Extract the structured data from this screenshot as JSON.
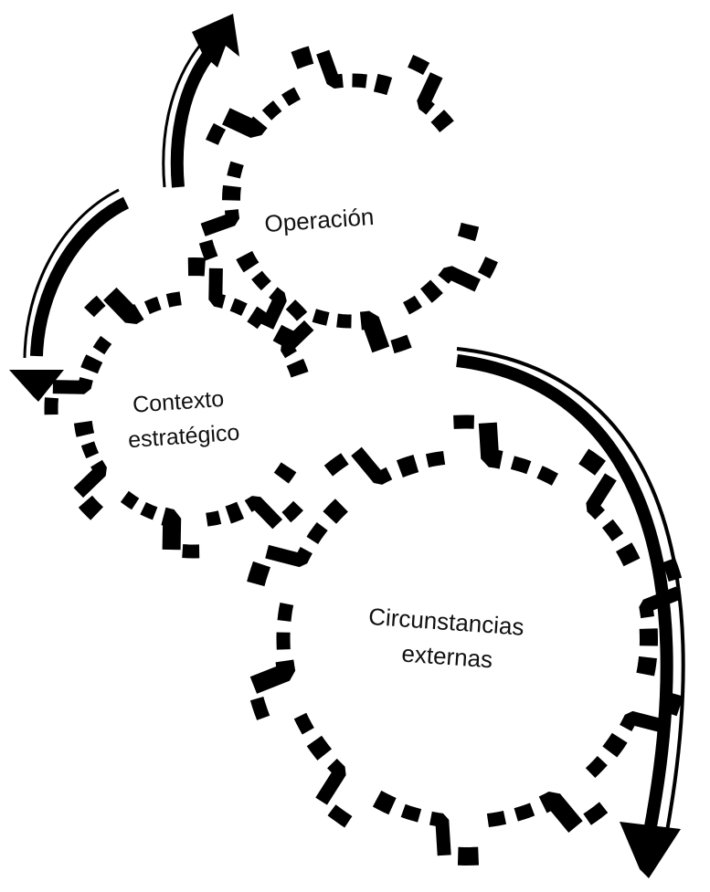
{
  "diagram": {
    "gears": [
      {
        "id": "operacion",
        "lines": [
          "Operación"
        ]
      },
      {
        "id": "contexto",
        "lines": [
          "Contexto",
          "estratégico"
        ]
      },
      {
        "id": "circunstancias",
        "lines": [
          "Circunstancias",
          "externas"
        ]
      }
    ],
    "arrows": [
      {
        "id": "arrow-top",
        "direction": "up"
      },
      {
        "id": "arrow-left",
        "direction": "down"
      },
      {
        "id": "arrow-right",
        "direction": "down"
      }
    ],
    "colors": {
      "ink": "#000000",
      "background": "#ffffff",
      "text": "#111111"
    }
  }
}
